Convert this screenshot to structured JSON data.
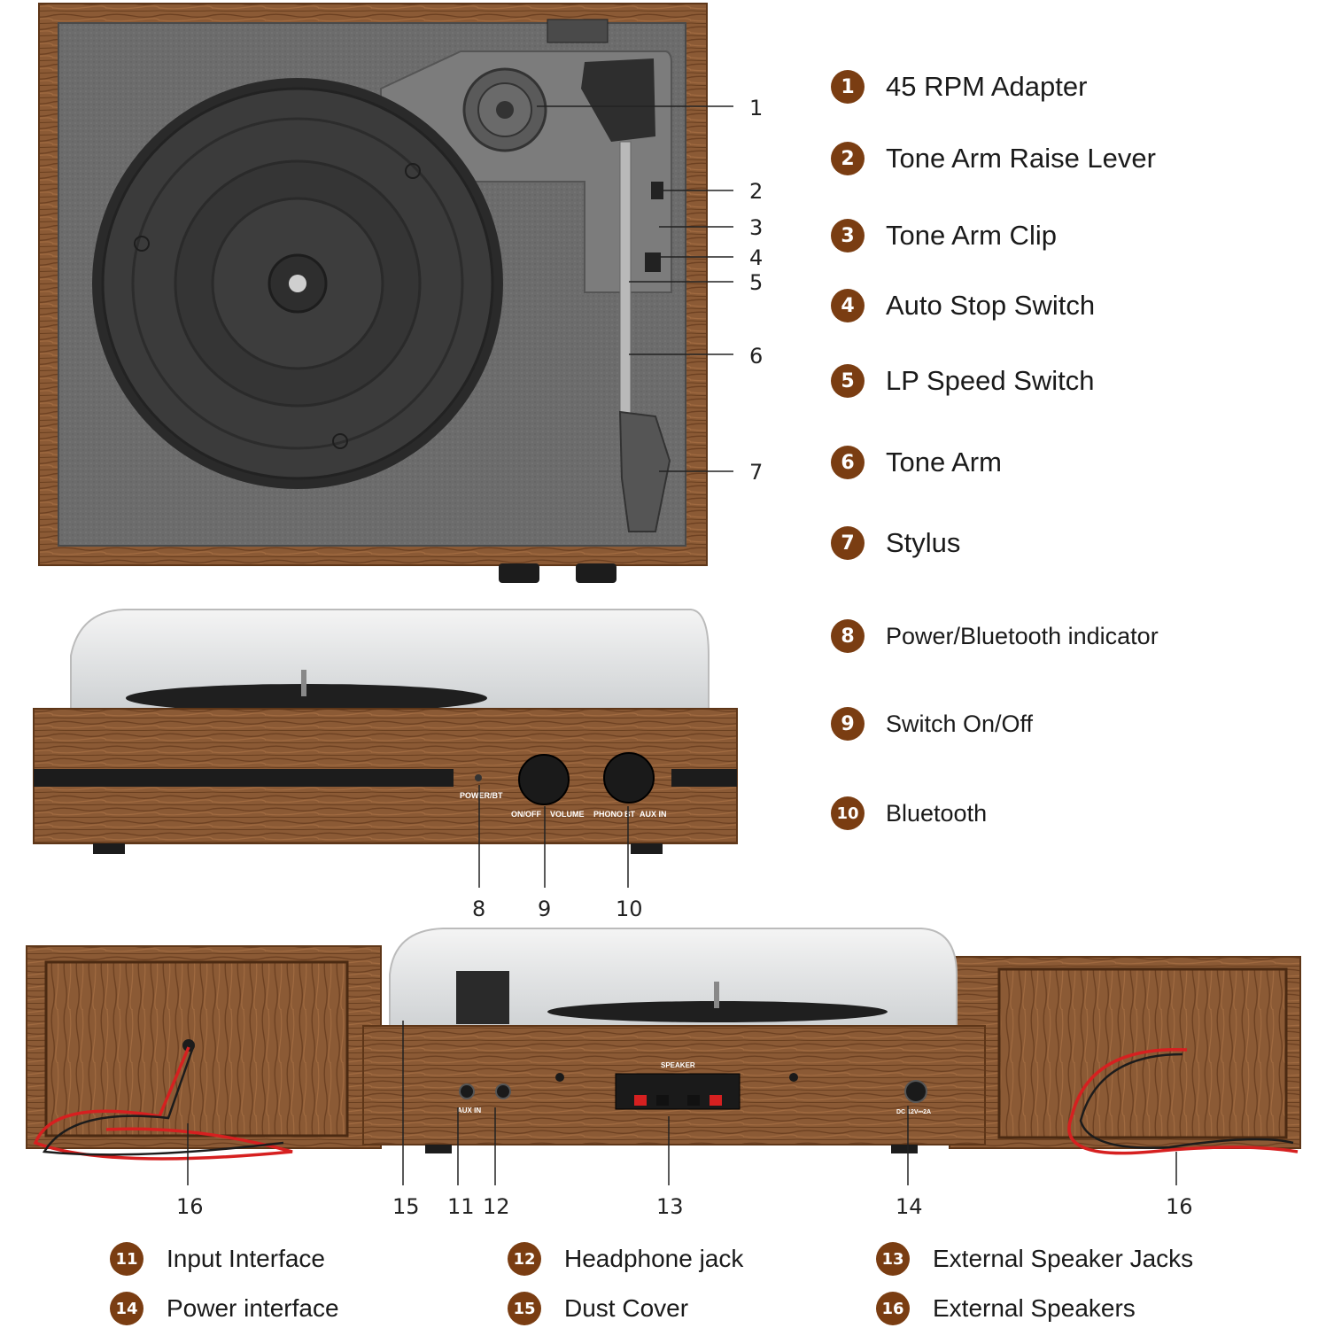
{
  "colors": {
    "badge": "#7a3d12",
    "wood": "#8b5a35",
    "wood_dark": "#5e3618",
    "plinth": "#6e6e6e",
    "platter": "#3a3a3a",
    "wire_red": "#d62020"
  },
  "top_view_callouts": [
    "1",
    "2",
    "3",
    "4",
    "5",
    "6",
    "7"
  ],
  "front_view_callouts": [
    "8",
    "9",
    "10"
  ],
  "front_panel_labels": {
    "power": "POWER/BT",
    "onoff": "ON/OFF",
    "volume": "VOLUME",
    "phono": "PHONO",
    "bt": "BT",
    "aux": "AUX IN"
  },
  "back_view_callouts": [
    "16",
    "15",
    "11",
    "12",
    "13",
    "14",
    "16"
  ],
  "back_panel_labels": {
    "aux": "AUX IN",
    "speaker": "SPEAKER",
    "dc": "DC 12V⎓2A"
  },
  "legend_right": [
    {
      "num": "1",
      "label": "45 RPM Adapter"
    },
    {
      "num": "2",
      "label": "Tone Arm Raise Lever"
    },
    {
      "num": "3",
      "label": "Tone Arm Clip"
    },
    {
      "num": "4",
      "label": "Auto Stop Switch"
    },
    {
      "num": "5",
      "label": "LP Speed Switch"
    },
    {
      "num": "6",
      "label": "Tone Arm"
    },
    {
      "num": "7",
      "label": "Stylus"
    },
    {
      "num": "8",
      "label": "Power/Bluetooth indicator"
    },
    {
      "num": "9",
      "label": "Switch On/Off"
    },
    {
      "num": "10",
      "label": "Bluetooth"
    }
  ],
  "legend_bottom": [
    {
      "num": "11",
      "label": "Input Interface"
    },
    {
      "num": "12",
      "label": "Headphone jack"
    },
    {
      "num": "13",
      "label": "External Speaker Jacks"
    },
    {
      "num": "14",
      "label": "Power interface"
    },
    {
      "num": "15",
      "label": "Dust Cover"
    },
    {
      "num": "16",
      "label": "External Speakers"
    }
  ]
}
